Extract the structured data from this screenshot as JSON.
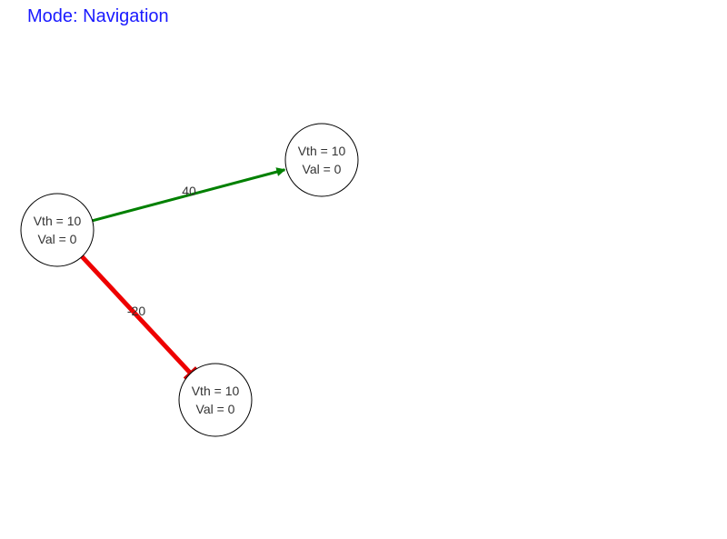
{
  "header": {
    "mode_label": "Mode: Navigation"
  },
  "colors": {
    "mode_text": "#1a1aff",
    "excitatory_edge": "#008000",
    "inhibitory_edge": "#ee0000",
    "node_stroke": "#000000",
    "node_fill": "#ffffff",
    "label_text": "#333333"
  },
  "nodes": [
    {
      "id": "n1",
      "line1": "Vth = 10",
      "line2": "Val = 0"
    },
    {
      "id": "n2",
      "line1": "Vth = 10",
      "line2": "Val = 0"
    },
    {
      "id": "n3",
      "line1": "Vth = 10",
      "line2": "Val = 0"
    }
  ],
  "edges": [
    {
      "id": "e1",
      "from": "n1",
      "to": "n2",
      "weight": "40",
      "kind": "excitatory"
    },
    {
      "id": "e2",
      "from": "n1",
      "to": "n3",
      "weight": "-20",
      "kind": "inhibitory"
    }
  ]
}
